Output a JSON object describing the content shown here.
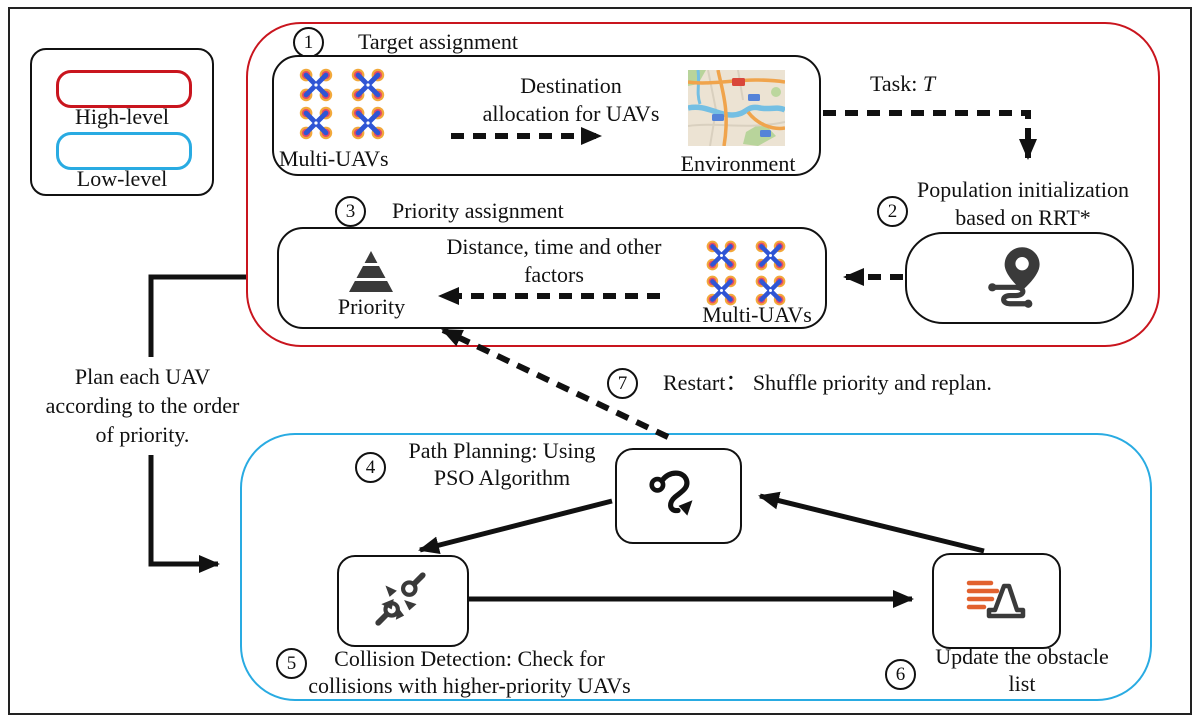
{
  "figure": {
    "legend": {
      "high": "High-level",
      "low": "Low-level"
    },
    "left_note": {
      "l1": "Plan each UAV",
      "l2": "according to the order",
      "l3": "of priority."
    },
    "steps": {
      "s1": {
        "num": "1",
        "title": "Target assignment"
      },
      "s2": {
        "num": "2",
        "line1": "Population initialization",
        "line2": "based on RRT*"
      },
      "s3": {
        "num": "3",
        "title": "Priority assignment"
      },
      "s4": {
        "num": "4",
        "line1": "Path Planning: Using",
        "line2": "PSO Algorithm"
      },
      "s5": {
        "num": "5",
        "line1": "Collision Detection: Check for",
        "line2": "collisions with higher-priority UAVs"
      },
      "s6": {
        "num": "6",
        "line1": "Update the obstacle",
        "line2": "list"
      },
      "s7": {
        "num": "7",
        "label": "Restart： Shuffle priority and replan."
      }
    },
    "target_box": {
      "uav_label": "Multi-UAVs",
      "dest1": "Destination",
      "dest2": "allocation for UAVs",
      "env_label": "Environment"
    },
    "task": {
      "prefix": "Task: ",
      "symbol": "T"
    },
    "priority_box": {
      "f1": "Distance, time and other",
      "f2": "factors",
      "pyramid_label": "Priority",
      "uav_label": "Multi-UAVs"
    },
    "icons": {
      "uav": "quadcopter-drone",
      "environment": "city-map-thumbnail",
      "rrt": "map-pin-with-route",
      "priority": "layered-pyramid",
      "path_planning": "curved-route-with-arrow",
      "collision": "magnifiers-impact-burst",
      "obstacle": "traffic-cone-with-list-lines"
    },
    "colors": {
      "high_level": "#c9151e",
      "low_level": "#29abe2",
      "obstacle_lines": "#e2622f",
      "uav_blue": "#2f55d4"
    }
  }
}
